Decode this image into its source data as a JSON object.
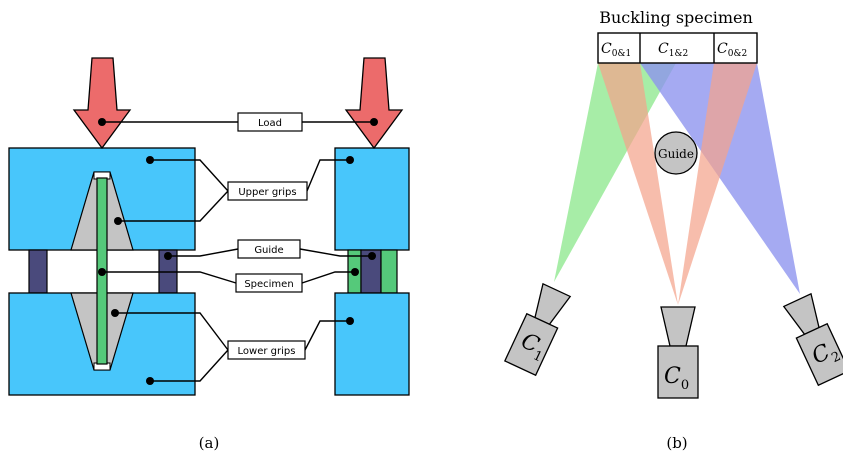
{
  "panel_a": {
    "caption": "(a)",
    "labels": {
      "load": "Load",
      "upper_grips": "Upper grips",
      "guide": "Guide",
      "specimen": "Specimen",
      "lower_grips": "Lower grips"
    }
  },
  "panel_b": {
    "caption": "(b)",
    "title": "Buckling specimen",
    "zones": [
      {
        "base": "C",
        "sub": "0&1"
      },
      {
        "base": "C",
        "sub": "1&2"
      },
      {
        "base": "C",
        "sub": "0&2"
      }
    ],
    "guide_label": "Guide",
    "cameras": [
      {
        "base": "C",
        "sub": "1"
      },
      {
        "base": "C",
        "sub": "0"
      },
      {
        "base": "C",
        "sub": "2"
      }
    ],
    "colors": {
      "camera_1_view": "#8ee88e",
      "camera_0_view": "#f4a48c",
      "camera_2_view": "#8c92ee"
    }
  },
  "colors": {
    "grip": "#48c6fb",
    "wedge": "#c4c4c4",
    "guide": "#4a4a7c",
    "specimen": "#55c97a",
    "load_arrow": "#ec6b6b"
  }
}
